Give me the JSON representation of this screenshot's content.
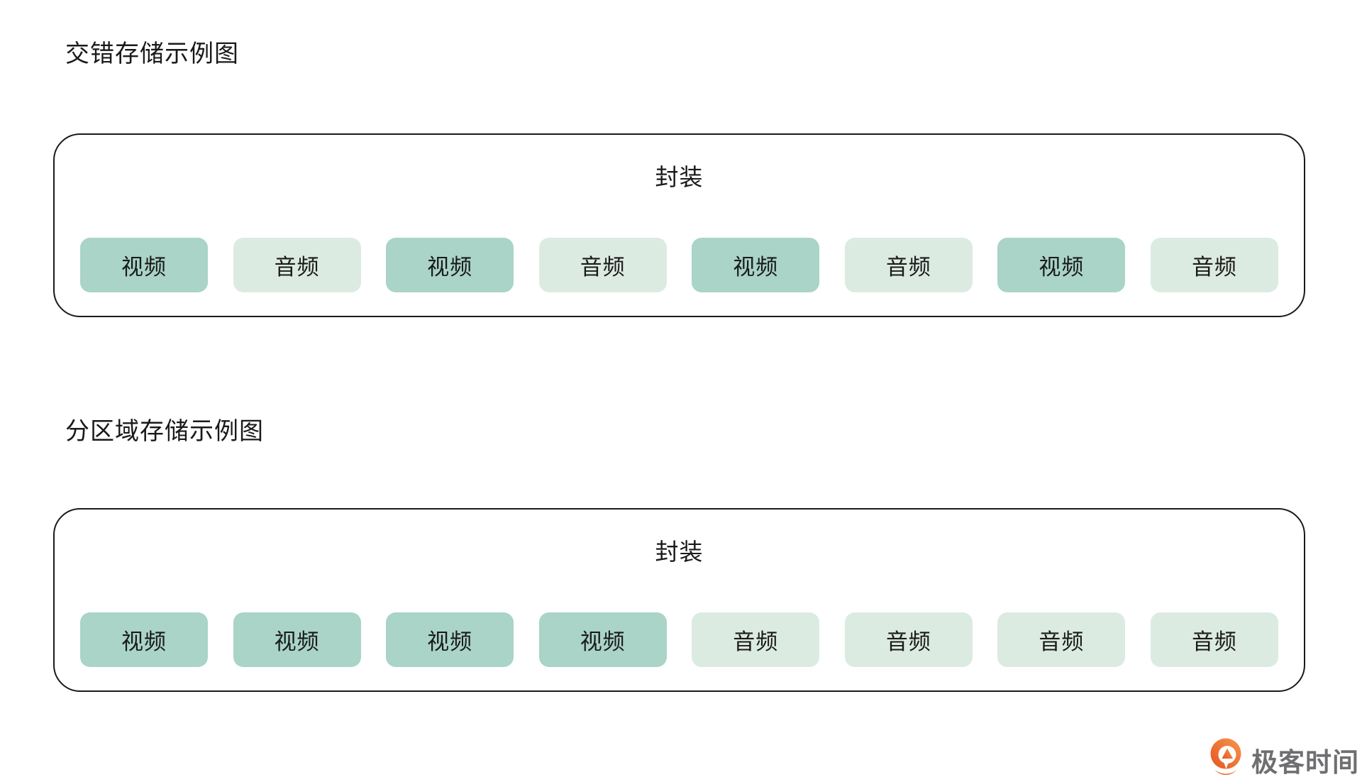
{
  "colors": {
    "video_block": "#a9d4c7",
    "audio_block": "#dcebe1",
    "border": "#1a1a1a",
    "text": "#1a1a1a",
    "logo_orange": "#ee7135",
    "logo_text": "#6f6f71"
  },
  "sections": [
    {
      "title": "交错存储示例图",
      "container_label": "封装",
      "blocks": [
        {
          "label": "视频",
          "type": "video"
        },
        {
          "label": "音频",
          "type": "audio"
        },
        {
          "label": "视频",
          "type": "video"
        },
        {
          "label": "音频",
          "type": "audio"
        },
        {
          "label": "视频",
          "type": "video"
        },
        {
          "label": "音频",
          "type": "audio"
        },
        {
          "label": "视频",
          "type": "video"
        },
        {
          "label": "音频",
          "type": "audio"
        }
      ]
    },
    {
      "title": "分区域存储示例图",
      "container_label": "封装",
      "blocks": [
        {
          "label": "视频",
          "type": "video"
        },
        {
          "label": "视频",
          "type": "video"
        },
        {
          "label": "视频",
          "type": "video"
        },
        {
          "label": "视频",
          "type": "video"
        },
        {
          "label": "音频",
          "type": "audio"
        },
        {
          "label": "音频",
          "type": "audio"
        },
        {
          "label": "音频",
          "type": "audio"
        },
        {
          "label": "音频",
          "type": "audio"
        }
      ]
    }
  ],
  "logo": {
    "text": "极客时间"
  }
}
